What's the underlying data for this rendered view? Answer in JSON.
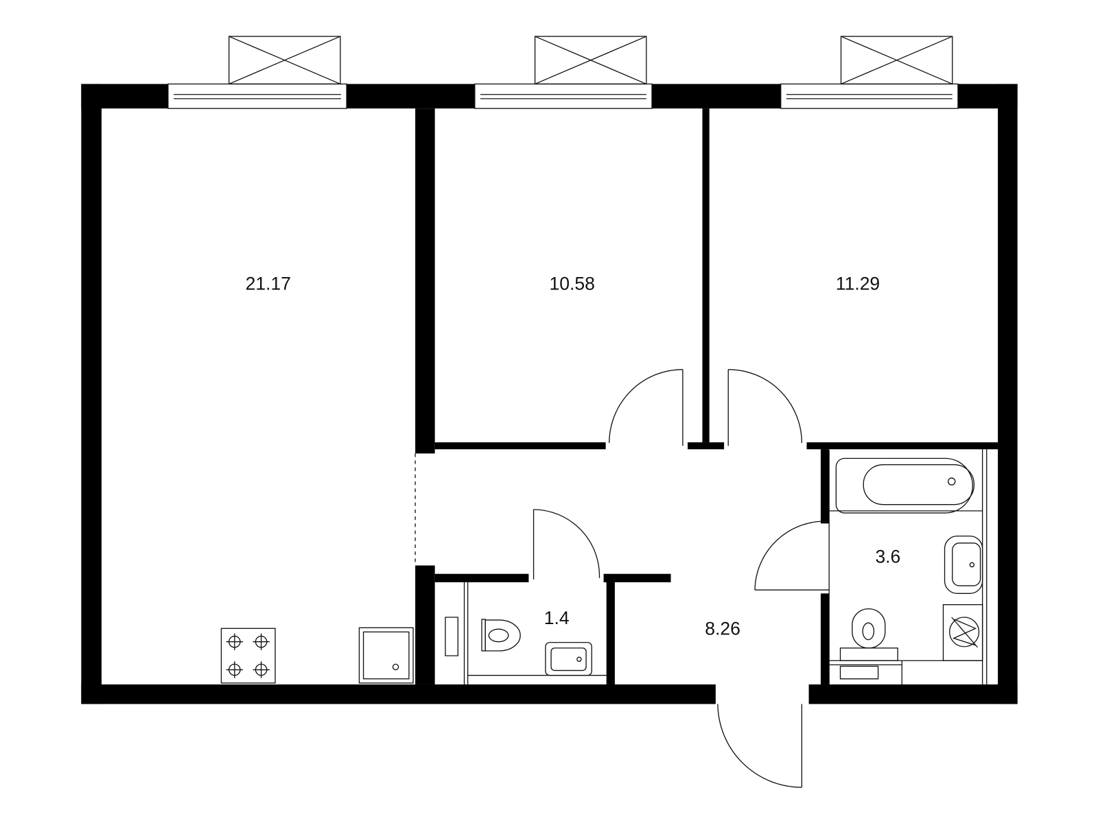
{
  "plan": {
    "wall_color": "#000000",
    "rooms": [
      {
        "id": "living-kitchen",
        "area": "21.17"
      },
      {
        "id": "bedroom-1",
        "area": "10.58"
      },
      {
        "id": "bedroom-2",
        "area": "11.29"
      },
      {
        "id": "toilet",
        "area": "1.4"
      },
      {
        "id": "hallway",
        "area": "8.26"
      },
      {
        "id": "bathroom",
        "area": "3.6"
      }
    ]
  }
}
